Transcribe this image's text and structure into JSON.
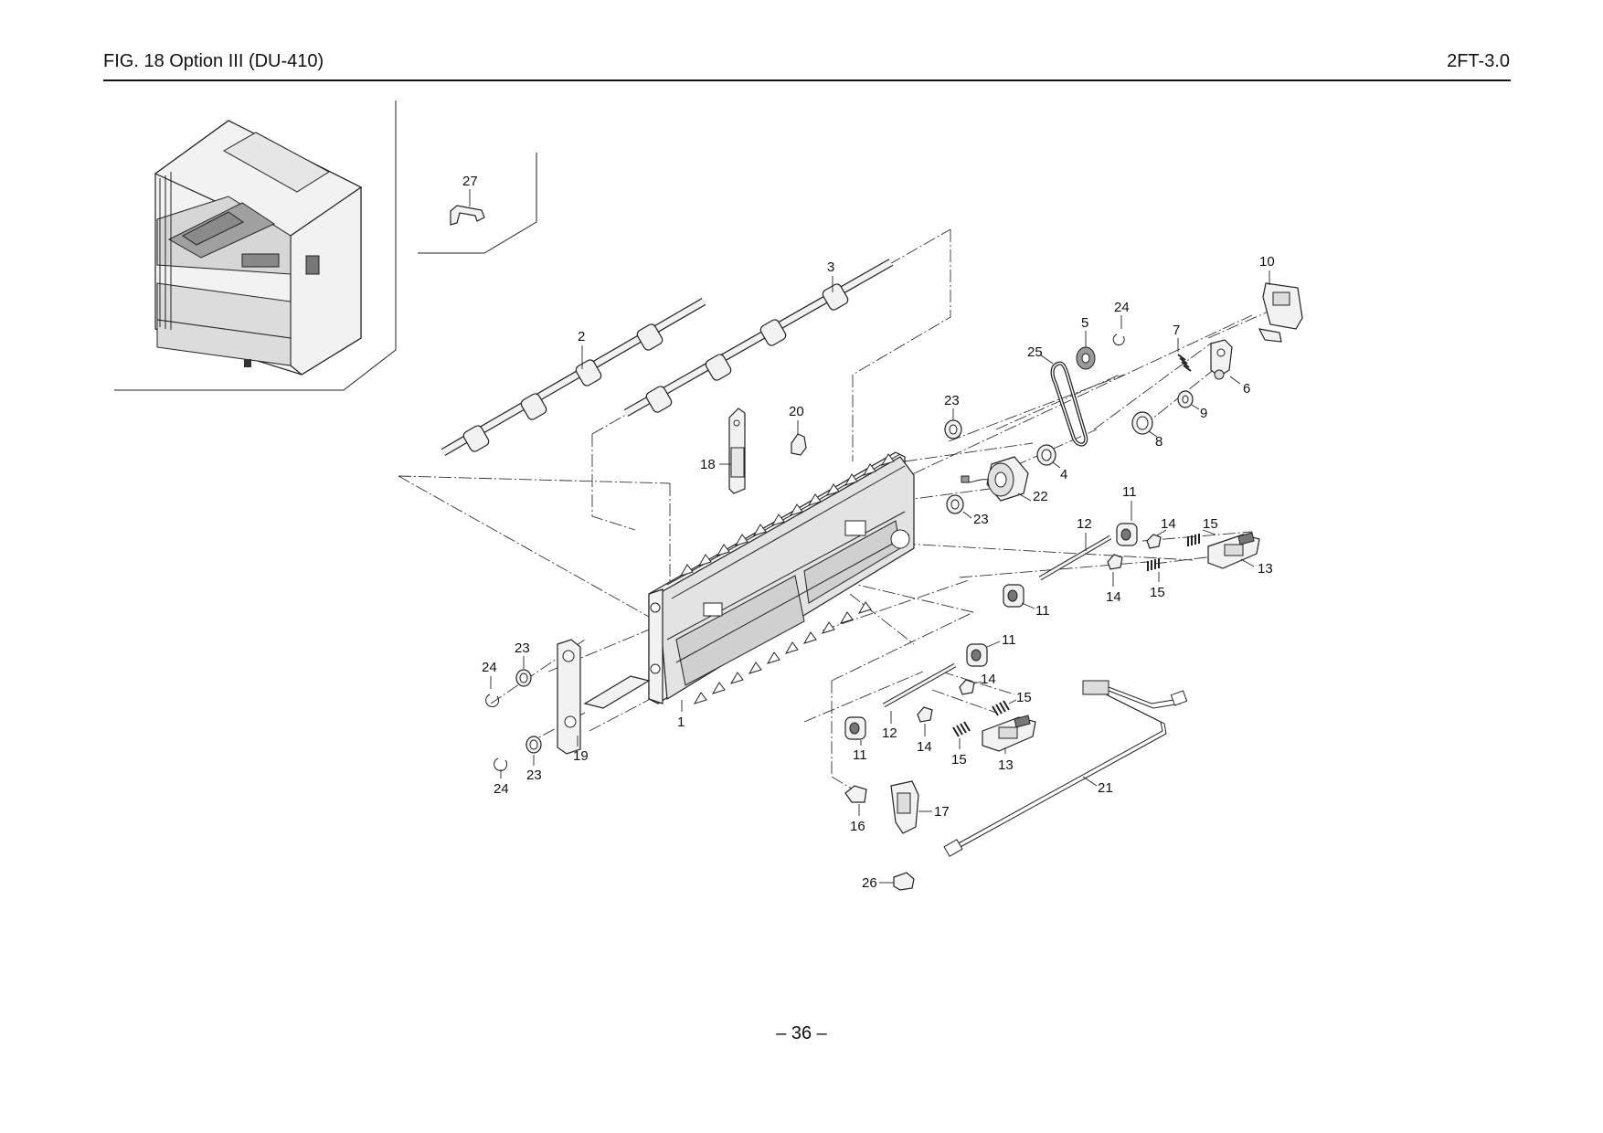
{
  "header": {
    "figure_title": "FIG.  18  Option III (DU-410)",
    "doc_code": "2FT-3.0"
  },
  "footer": {
    "page_number": "– 36 –"
  },
  "callouts": {
    "c1": "1",
    "c2": "2",
    "c3": "3",
    "c4": "4",
    "c5": "5",
    "c6": "6",
    "c7": "7",
    "c8": "8",
    "c9": "9",
    "c10": "10",
    "c11": "11",
    "c12": "12",
    "c13": "13",
    "c14": "14",
    "c15": "15",
    "c16": "16",
    "c17": "17",
    "c18": "18",
    "c19": "19",
    "c20": "20",
    "c21": "21",
    "c22": "22",
    "c23": "23",
    "c24": "24",
    "c25": "25",
    "c26": "26",
    "c27": "27"
  }
}
